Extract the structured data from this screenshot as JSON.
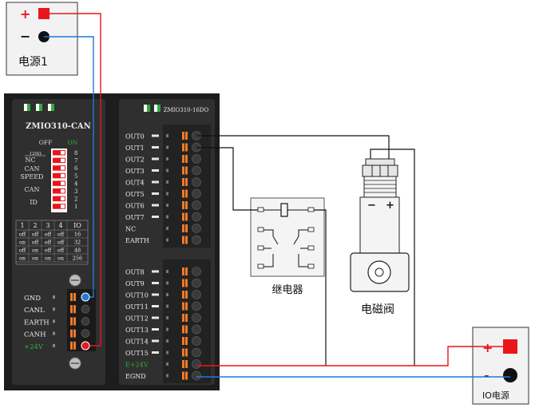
{
  "power1": {
    "plus": "+",
    "minus": "−",
    "label": "电源1"
  },
  "io_power": {
    "plus": "+",
    "minus": "-",
    "label": "IO电源"
  },
  "can_module": {
    "title": "ZMIO310-CAN",
    "off_label": "OFF",
    "on_label": "ON",
    "dip_labels": [
      "120Ω",
      "NC",
      "CAN",
      "SPEED",
      "CAN",
      "ID"
    ],
    "dip_numbers": [
      "8",
      "7",
      "6",
      "5",
      "4",
      "3",
      "2",
      "1"
    ],
    "table_headers": [
      "1",
      "2",
      "3",
      "4",
      "IO"
    ],
    "table_rows": [
      [
        "off",
        "off",
        "off",
        "off",
        "16"
      ],
      [
        "on",
        "off",
        "off",
        "off",
        "32"
      ],
      [
        "off",
        "on",
        "off",
        "off",
        "48"
      ],
      [
        "on",
        "on",
        "on",
        "on",
        "256"
      ]
    ],
    "terminals": [
      "GND",
      "CANL",
      "EARTH",
      "CANH",
      "+24V"
    ]
  },
  "do_module": {
    "title": "ZMIO310-16DO",
    "upper_terminals": [
      "OUT0",
      "OUT1",
      "OUT2",
      "OUT3",
      "OUT4",
      "OUT5",
      "OUT6",
      "OUT7",
      "NC",
      "EARTH"
    ],
    "lower_terminals": [
      "OUT8",
      "OUT9",
      "OUT10",
      "OUT11",
      "OUT12",
      "OUT13",
      "OUT14",
      "OUT15",
      "E+24V",
      "EGND"
    ]
  },
  "relay": {
    "label": "继电器"
  },
  "valve": {
    "label": "电磁阀",
    "minus": "−",
    "plus": "+"
  },
  "colors": {
    "wire_red": "#e8161b",
    "wire_blue": "#1e7ad6",
    "wire_black": "#111111",
    "module_dark": "#2d2d2d",
    "terminal_orange": "#f07a2a",
    "label_green": "#2fae3a"
  }
}
